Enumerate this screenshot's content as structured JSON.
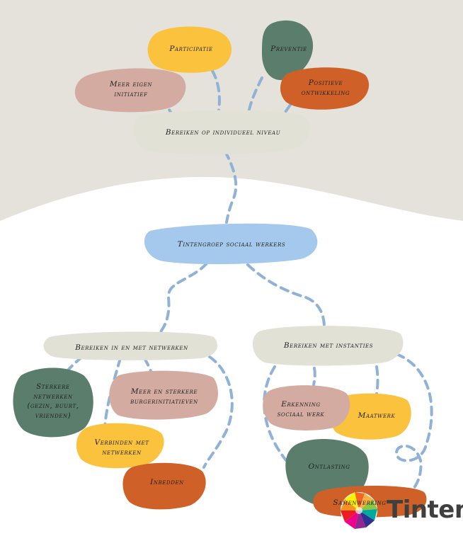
{
  "nodes": {
    "participatie": "Participatie",
    "preventie": "Preventie",
    "meer_eigen_initiatief": "Meer eigen\ninitiatief",
    "positieve_ontwikkeling": "Positieve\nontwikkeling",
    "individueel": "Bereiken op individueel niveau",
    "tintengroep": "Tintengroep sociaal werkers",
    "netwerken": "Bereiken in en met netwerken",
    "instanties": "Bereiken met instanties",
    "sterkere_netwerken": "Sterkere\nnetwerken\n(gezin, buurt,\nvrienden)",
    "burgerinitiatieven": "Meer en sterkere\nburgerinitiatieven",
    "verbinden": "Verbinden met\nnetwerken",
    "inbedden": "Inbedden",
    "erkenning": "Erkenning\nsociaal werk",
    "maatwerk": "Maatwerk",
    "ontlasting": "Ontlasting",
    "samenwerking": "Samenwerking"
  },
  "logo": {
    "text": "Tinten"
  },
  "colors": {
    "background_top": "#e4e2da",
    "yellow": "#fbc23e",
    "green": "#5b7e6c",
    "pink": "#d4aba0",
    "orange": "#cf6128",
    "gray": "#e2e1d6",
    "blue": "#a4c9ed",
    "dash": "#8fb2d6"
  }
}
